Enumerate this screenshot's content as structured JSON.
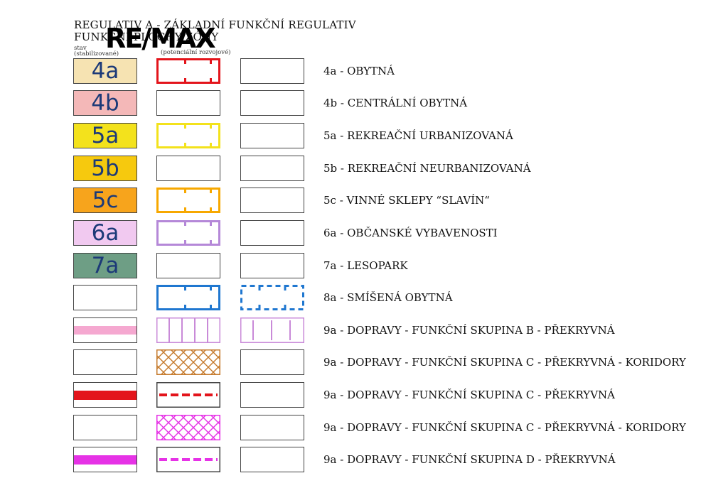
{
  "header": {
    "title_line1": "REGULATIV A - ZÁKLADNÍ FUNKČNÍ REGULATIV",
    "title_line2": "FUNKČNÍ PLOCHY ZÓNY",
    "logo_text": "RE/MAX",
    "col1_heading": [
      "stav",
      "(stabilizované)"
    ],
    "col2_heading": "(potenciální rozvojové)"
  },
  "colors": {
    "red": "#e3141b",
    "yellow": "#f3e21c",
    "orange": "#f7a800",
    "purple": "#b588d8",
    "blue": "#1f77d0",
    "lilac": "#c98ad8",
    "brown": "#c57a2c",
    "pink": "#f5a8d0",
    "magenta": "#e632e6"
  },
  "rows": [
    {
      "code": "4a",
      "fill": "#f6e3b2",
      "label": "4a - OBYTNÁ"
    },
    {
      "code": "4b",
      "fill": "#f4b8b8",
      "label": "4b - CENTRÁLNÍ OBYTNÁ"
    },
    {
      "code": "5a",
      "fill": "#f3e21c",
      "label": "5a - REKREAČNÍ URBANIZOVANÁ"
    },
    {
      "code": "5b",
      "fill": "#f6c90e",
      "label": "5b - REKREAČNÍ NEURBANIZOVANÁ"
    },
    {
      "code": "5c",
      "fill": "#f7a41c",
      "label": "5c - VINNÉ SKLEPY “SLAVÍN“"
    },
    {
      "code": "6a",
      "fill": "#f1c9f0",
      "label": "6a - OBČANSKÉ VYBAVENOSTI"
    },
    {
      "code": "7a",
      "fill": "#6e9e85",
      "label": "7a - LESOPARK"
    },
    {
      "code": "",
      "fill": "",
      "label": "8a - SMÍŠENÁ OBYTNÁ"
    },
    {
      "code": "",
      "fill": "",
      "label": "9a - DOPRAVY - FUNKČNÍ SKUPINA B - PŘEKRYVNÁ"
    },
    {
      "code": "",
      "fill": "",
      "label": "9a - DOPRAVY - FUNKČNÍ SKUPINA C - PŘEKRYVNÁ - KORIDORY"
    },
    {
      "code": "",
      "fill": "",
      "label": "9a - DOPRAVY - FUNKČNÍ SKUPINA C - PŘEKRYVNÁ"
    },
    {
      "code": "",
      "fill": "",
      "label": "9a - DOPRAVY - FUNKČNÍ SKUPINA C - PŘEKRYVNÁ - KORIDORY"
    },
    {
      "code": "",
      "fill": "",
      "label": "9a - DOPRAVY - FUNKČNÍ SKUPINA D - PŘEKRYVNÁ"
    }
  ]
}
